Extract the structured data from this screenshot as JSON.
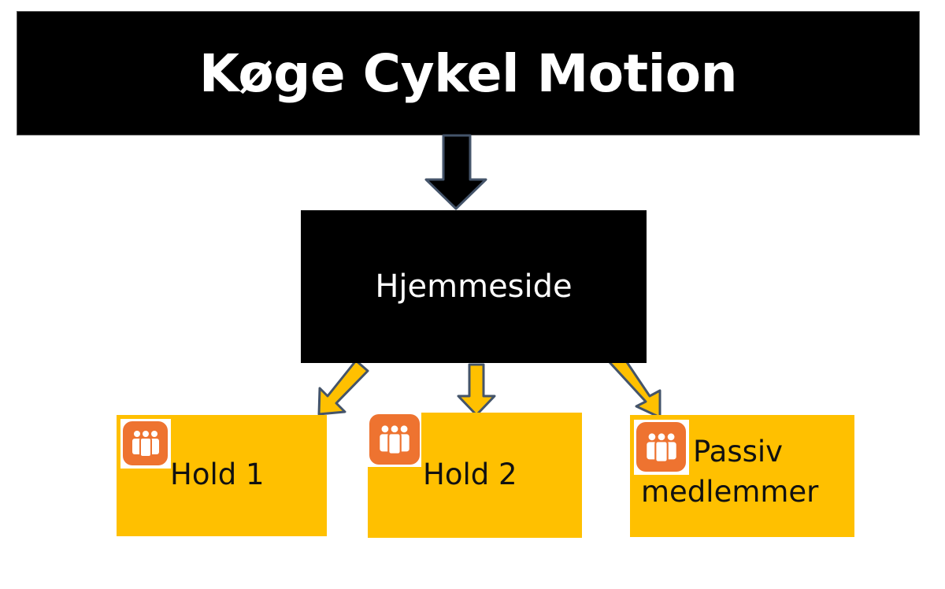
{
  "title": "Køge Cykel Motion",
  "home": {
    "label": "Hjemmeside"
  },
  "groups": [
    {
      "label": "Hold 1",
      "icon": "group-people-icon"
    },
    {
      "label": "Hold 2",
      "icon": "group-people-icon"
    },
    {
      "label_line1": "Passiv",
      "label_line2": "medlemmer",
      "icon": "group-people-icon"
    }
  ],
  "colors": {
    "title_bg": "#000000",
    "home_bg": "#000000",
    "group_bg": "#ffc000",
    "icon_bg": "#ee7330",
    "arrow_outline": "#44546a"
  }
}
